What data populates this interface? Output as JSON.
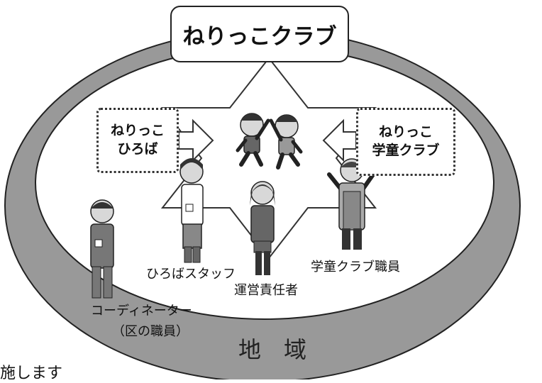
{
  "title": "ねりっこクラブ",
  "left_box": {
    "line1": "ねりっこ",
    "line2": "ひろば"
  },
  "right_box": {
    "line1": "ねりっこ",
    "line2": "学童クラブ"
  },
  "roles": {
    "hiroba_staff": "ひろばスタッフ",
    "gakudo_staff": "学童クラブ職員",
    "manager": "運営責任者",
    "coordinator_line1": "コーディネーター",
    "coordinator_line2": "（区の職員）"
  },
  "area_label": "地　域",
  "bottom_text": "施します"
}
